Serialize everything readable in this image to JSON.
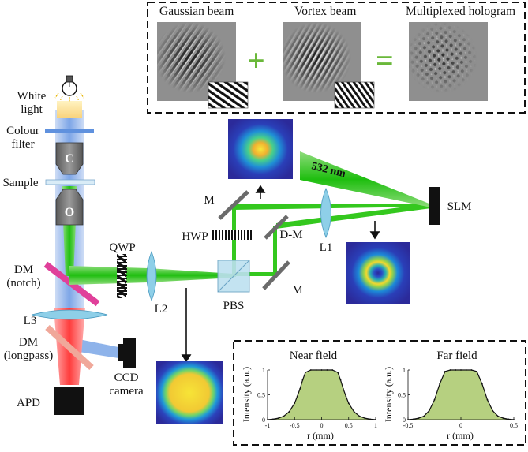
{
  "labels": {
    "white_light": [
      "White",
      "light"
    ],
    "colour_filter": [
      "Colour",
      "filter"
    ],
    "objective_c": "C",
    "sample": "Sample",
    "objective_o": "O",
    "dm_notch": [
      "DM",
      "(notch)"
    ],
    "lens_l3": "L3",
    "dm_longpass": [
      "DM",
      "(longpass)"
    ],
    "ccd_camera": [
      "CCD",
      "camera"
    ],
    "apd": "APD",
    "qwp": "QWP",
    "lens_l2": "L2",
    "pbs": "PBS",
    "hwp": "HWP",
    "mirror_top": "M",
    "mirror_bottom": "M",
    "dichroic_mirror": "D-M",
    "lens_l1": "L1",
    "slm": "SLM",
    "wavelength": "532 nm"
  },
  "hologram_panel": {
    "gaussian_title": "Gaussian beam",
    "vortex_title": "Vortex beam",
    "multiplexed_title": "Multiplexed hologram",
    "plus": "+",
    "equals": "="
  },
  "profile_panel": {
    "near_title": "Near field",
    "far_title": "Far field",
    "ylabel": "Intensity (a.u.)",
    "xlabel": "r (mm)"
  },
  "chart_data": [
    {
      "type": "area",
      "title": "Near field",
      "xlabel": "r (mm)",
      "ylabel": "Intensity (a.u.)",
      "xlim": [
        -1,
        1
      ],
      "ylim": [
        0,
        1
      ],
      "xticks": [
        "-1",
        "-0.5",
        "0",
        "0.5",
        "1"
      ],
      "yticks": [
        "0",
        "0.5",
        "1"
      ],
      "x": [
        -1,
        -0.9,
        -0.8,
        -0.7,
        -0.6,
        -0.5,
        -0.45,
        -0.4,
        -0.35,
        -0.3,
        -0.2,
        -0.1,
        0,
        0.1,
        0.2,
        0.3,
        0.35,
        0.4,
        0.45,
        0.5,
        0.6,
        0.7,
        0.8,
        0.9,
        1
      ],
      "y": [
        0,
        0.01,
        0.03,
        0.07,
        0.16,
        0.33,
        0.47,
        0.62,
        0.8,
        0.95,
        1,
        1,
        1,
        1,
        1,
        0.95,
        0.8,
        0.62,
        0.47,
        0.33,
        0.16,
        0.07,
        0.03,
        0.01,
        0
      ]
    },
    {
      "type": "area",
      "title": "Far field",
      "xlabel": "r (mm)",
      "ylabel": "Intensity (a.u.)",
      "xlim": [
        -0.5,
        0.5
      ],
      "ylim": [
        0,
        1
      ],
      "xticks": [
        "-0.5",
        "0",
        "0.5"
      ],
      "yticks": [
        "0",
        "0.5",
        "1"
      ],
      "x": [
        -0.5,
        -0.45,
        -0.4,
        -0.35,
        -0.3,
        -0.25,
        -0.2,
        -0.15,
        -0.1,
        -0.05,
        0,
        0.05,
        0.1,
        0.15,
        0.2,
        0.25,
        0.3,
        0.35,
        0.4,
        0.45,
        0.5
      ],
      "y": [
        0,
        0.01,
        0.03,
        0.07,
        0.18,
        0.4,
        0.72,
        0.97,
        1,
        1,
        1,
        1,
        1,
        0.97,
        0.72,
        0.4,
        0.18,
        0.07,
        0.03,
        0.01,
        0
      ]
    }
  ],
  "colors": {
    "laser": "#2ecc1a",
    "red_beam": "#ff5a5a",
    "blue_beam": "#6a96e0",
    "lens": "#8ecfe8",
    "dm_notch": "#e0409a",
    "dm_longpass": "#f0a89a",
    "area_fill": "#a9c86a",
    "plus_equals": "#6ab83a"
  }
}
